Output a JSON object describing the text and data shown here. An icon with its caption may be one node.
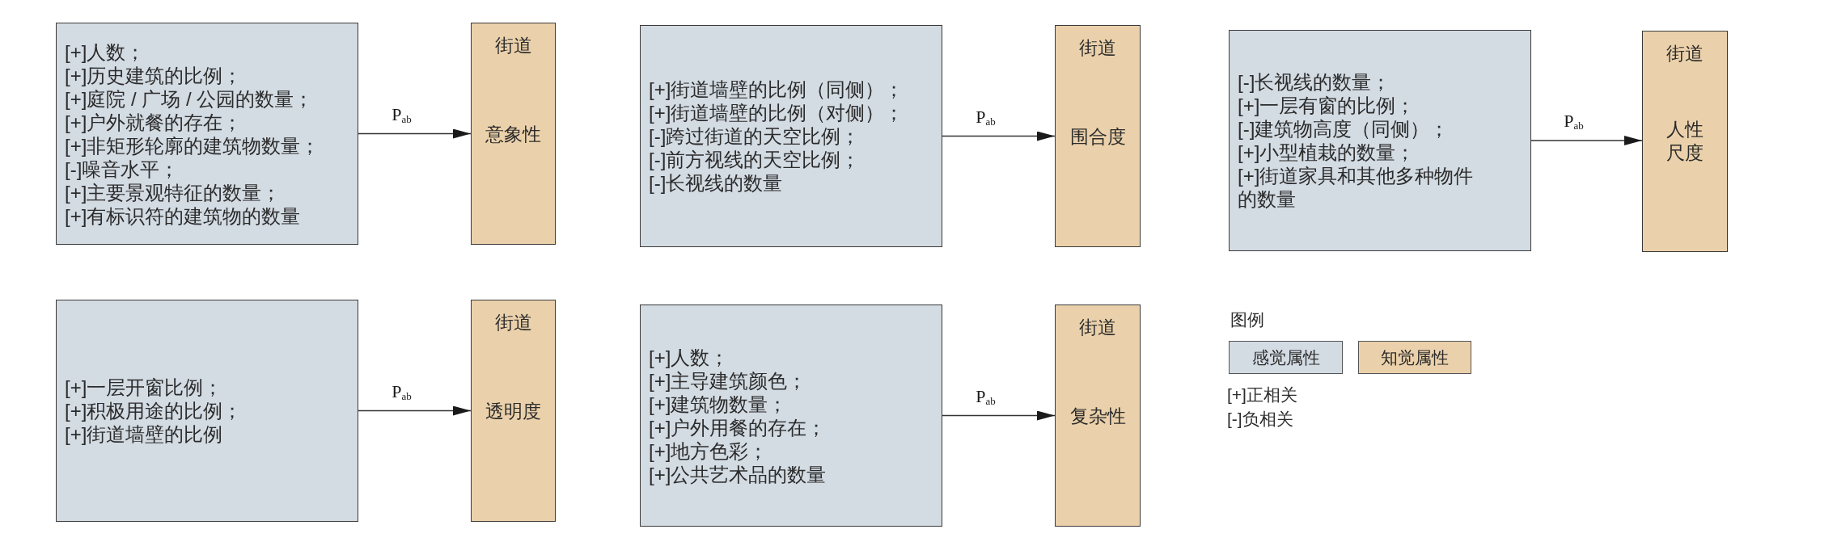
{
  "diagram": {
    "nodes": [
      {
        "text": [
          "[+]人数；",
          "[+]历史建筑的比例；",
          "[+]庭院 / 广场 / 公园的数量；",
          "[+]户外就餐的存在；",
          "[+]非矩形轮廓的建筑物数量；",
          "[-]噪音水平；",
          "[+]主要景观特征的数量；",
          "[+]有标识符的建筑物的数量"
        ]
      },
      {
        "text": [
          "街道",
          "意象性"
        ]
      },
      {
        "text": [
          "[+]街道墙壁的比例（同侧）；",
          "[+]街道墙壁的比例（对侧）；",
          "[-]跨过街道的天空比例；",
          "[-]前方视线的天空比例；",
          "[-]长视线的数量"
        ]
      },
      {
        "text": [
          "街道",
          "围合度"
        ]
      },
      {
        "text": [
          "[-]长视线的数量；",
          "[+]一层有窗的比例；",
          "[-]建筑物高度（同侧）；",
          "[+]小型植栽的数量；",
          "[+]街道家具和其他多种物件的数量"
        ]
      },
      {
        "text": [
          "街道",
          "人性尺度"
        ]
      },
      {
        "text": [
          "[+]一层开窗比例；",
          "[+]积极用途的比例；",
          "[+]街道墙壁的比例"
        ]
      },
      {
        "text": [
          "街道",
          "透明度"
        ]
      },
      {
        "text": [
          "[+]人数；",
          "[+]主导建筑颜色；",
          "[+]建筑物数量；",
          "[+]户外用餐的存在；",
          "[+]地方色彩；",
          "[+]公共艺术品的数量"
        ]
      },
      {
        "text": [
          "街道",
          "复杂性"
        ]
      }
    ],
    "edges": [
      {
        "from": 0,
        "to": 1,
        "arrow": "to",
        "label": "P$_{ab}$"
      },
      {
        "from": 2,
        "to": 3,
        "arrow": "to",
        "label": "P$_{ab}$"
      },
      {
        "from": 4,
        "to": 5,
        "arrow": "to",
        "label": "P$_{ab}$"
      },
      {
        "from": 6,
        "to": 7,
        "arrow": "to",
        "label": "P$_{ab}$"
      },
      {
        "from": 8,
        "to": 9,
        "arrow": "to",
        "label": "P$_{ab}$"
      }
    ],
    "labels": [
      "图例",
      "[+]正相关",
      "[-]负相关"
    ],
    "legend": [
      {
        "text": "感觉属性",
        "color": "#d3dbe3"
      },
      {
        "text": "知觉属性",
        "color": "#ebd1ab"
      }
    ]
  }
}
